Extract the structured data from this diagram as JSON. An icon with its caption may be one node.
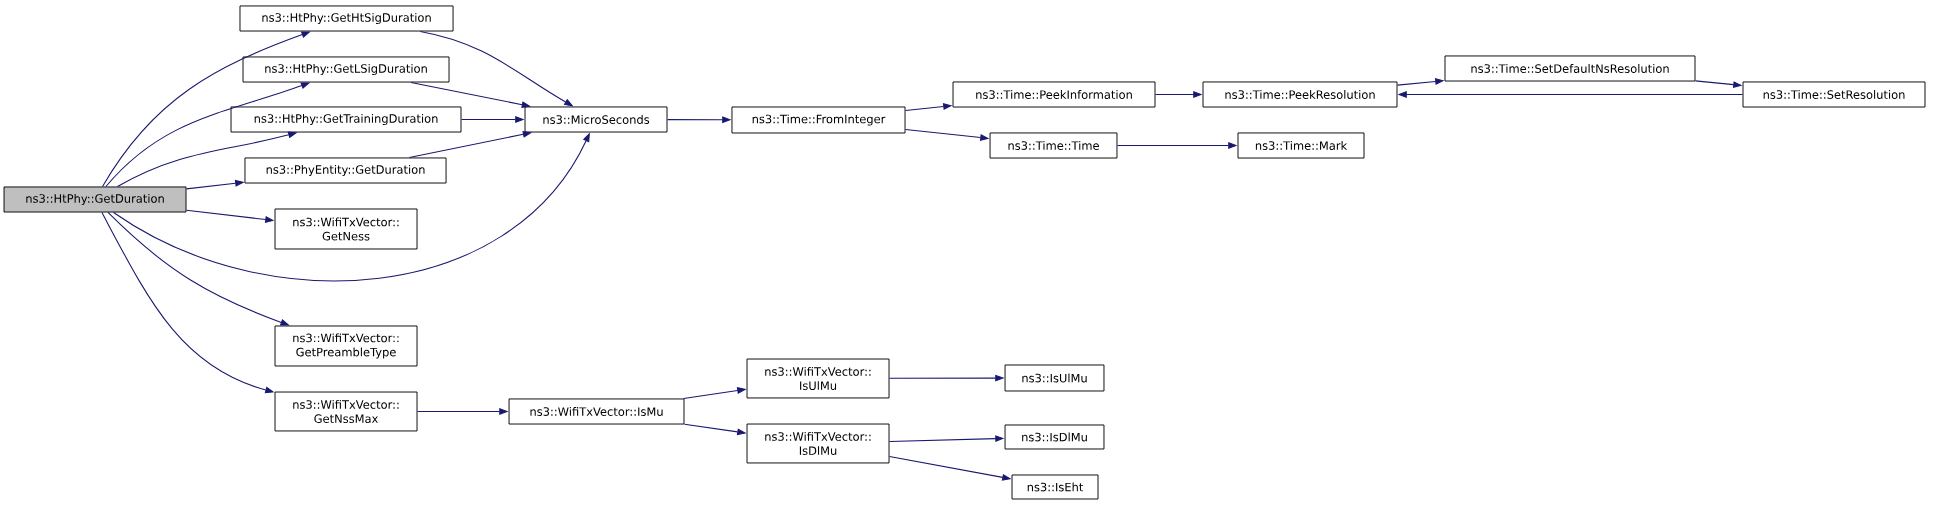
{
  "diagram": {
    "nodes": [
      {
        "text": [
          "ns3::HtPhy::GetDuration"
        ]
      },
      {
        "text": [
          "ns3::HtPhy::GetHtSigDuration"
        ]
      },
      {
        "text": [
          "ns3::HtPhy::GetLSigDuration"
        ]
      },
      {
        "text": [
          "ns3::HtPhy::GetTrainingDuration"
        ]
      },
      {
        "text": [
          "ns3::PhyEntity::GetDuration"
        ]
      },
      {
        "text": [
          "ns3::WifiTxVector:: GetNess"
        ]
      },
      {
        "text": [
          "ns3::MicroSeconds"
        ]
      },
      {
        "text": [
          "ns3::WifiTxVector:: GetPreambleType"
        ]
      },
      {
        "text": [
          "ns3::WifiTxVector:: GetNssMax"
        ]
      },
      {
        "text": [
          "ns3::WifiTxVector::IsMu"
        ]
      },
      {
        "text": [
          "ns3::WifiTxVector:: IsUlMu"
        ]
      },
      {
        "text": [
          "ns3::WifiTxVector:: IsDlMu"
        ]
      },
      {
        "text": [
          "ns3::IsUlMu"
        ]
      },
      {
        "text": [
          "ns3::IsDlMu"
        ]
      },
      {
        "text": [
          "ns3::IsEht"
        ]
      },
      {
        "text": [
          "ns3::Time::FromInteger"
        ]
      },
      {
        "text": [
          "ns3::Time::PeekInformation"
        ]
      },
      {
        "text": [
          "ns3::Time::Time"
        ]
      },
      {
        "text": [
          "ns3::Time::PeekResolution"
        ]
      },
      {
        "text": [
          "ns3::Time::Mark"
        ]
      },
      {
        "text": [
          "ns3::Time::SetDefaultNsResolution"
        ]
      },
      {
        "text": [
          "ns3::Time::SetResolution"
        ]
      }
    ],
    "edges": [
      {
        "from": 0,
        "to": 1,
        "arrow": "to"
      },
      {
        "from": 0,
        "to": 2,
        "arrow": "to"
      },
      {
        "from": 0,
        "to": 3,
        "arrow": "to"
      },
      {
        "from": 0,
        "to": 4,
        "arrow": "to"
      },
      {
        "from": 0,
        "to": 5,
        "arrow": "to"
      },
      {
        "from": 0,
        "to": 6,
        "arrow": "to"
      },
      {
        "from": 0,
        "to": 7,
        "arrow": "to"
      },
      {
        "from": 0,
        "to": 8,
        "arrow": "to"
      },
      {
        "from": 1,
        "to": 6,
        "arrow": "to"
      },
      {
        "from": 2,
        "to": 6,
        "arrow": "to"
      },
      {
        "from": 3,
        "to": 6,
        "arrow": "to"
      },
      {
        "from": 4,
        "to": 6,
        "arrow": "to"
      },
      {
        "from": 6,
        "to": 15,
        "arrow": "to"
      },
      {
        "from": 15,
        "to": 16,
        "arrow": "to"
      },
      {
        "from": 15,
        "to": 17,
        "arrow": "to"
      },
      {
        "from": 16,
        "to": 18,
        "arrow": "to"
      },
      {
        "from": 17,
        "to": 19,
        "arrow": "to"
      },
      {
        "from": 18,
        "to": 20,
        "arrow": "to"
      },
      {
        "from": 20,
        "to": 21,
        "arrow": "to"
      },
      {
        "from": 21,
        "to": 18,
        "arrow": "to"
      },
      {
        "from": 8,
        "to": 9,
        "arrow": "to"
      },
      {
        "from": 9,
        "to": 10,
        "arrow": "to"
      },
      {
        "from": 9,
        "to": 11,
        "arrow": "to"
      },
      {
        "from": 10,
        "to": 12,
        "arrow": "to"
      },
      {
        "from": 11,
        "to": 13,
        "arrow": "to"
      },
      {
        "from": 11,
        "to": 14,
        "arrow": "to"
      }
    ]
  }
}
